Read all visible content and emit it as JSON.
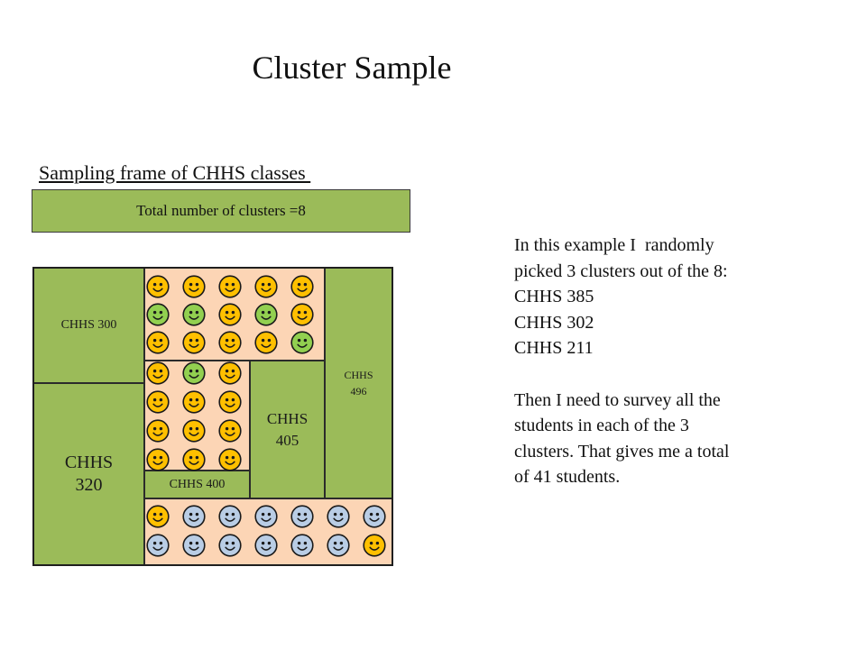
{
  "title": "Cluster Sample",
  "sampling_frame_heading": "Sampling frame of CHHS classes ",
  "total_clusters_label": "Total number of clusters =8",
  "clusters": {
    "chhs_300": "CHHS 300",
    "chhs_320": "CHHS\n320",
    "chhs_496": "CHHS\n496",
    "chhs_405": "CHHS\n405",
    "chhs_400": "CHHS 400"
  },
  "student_groups": {
    "top": [
      [
        "orange",
        "orange",
        "orange",
        "orange",
        "orange"
      ],
      [
        "green",
        "green",
        "orange",
        "green",
        "orange"
      ],
      [
        "orange",
        "orange",
        "orange",
        "orange",
        "green"
      ]
    ],
    "middle": [
      [
        "orange",
        "green",
        "orange"
      ],
      [
        "orange",
        "orange",
        "orange"
      ],
      [
        "orange",
        "orange",
        "orange"
      ],
      [
        "orange",
        "orange",
        "orange"
      ]
    ],
    "bottom": [
      [
        "orange",
        "blue",
        "blue",
        "blue",
        "blue",
        "blue",
        "blue"
      ],
      [
        "blue",
        "blue",
        "blue",
        "blue",
        "blue",
        "blue",
        "orange"
      ]
    ]
  },
  "icons": {
    "student": "smiley-face-icon"
  },
  "colors": {
    "cluster_fill": "#9bbb59",
    "student_cluster_fill": "#fcd5b5",
    "orange": "#ffc000",
    "green": "#92d050",
    "blue": "#b9cde5"
  },
  "explanation": {
    "paragraph1": [
      "In this example I  randomly",
      "picked 3 clusters out of the 8:",
      "CHHS 385",
      "CHHS 302",
      "CHHS 211"
    ],
    "paragraph2": [
      "Then I need to survey all the",
      "students in each of the 3",
      "clusters. That gives me a total",
      "of 41 students."
    ]
  }
}
